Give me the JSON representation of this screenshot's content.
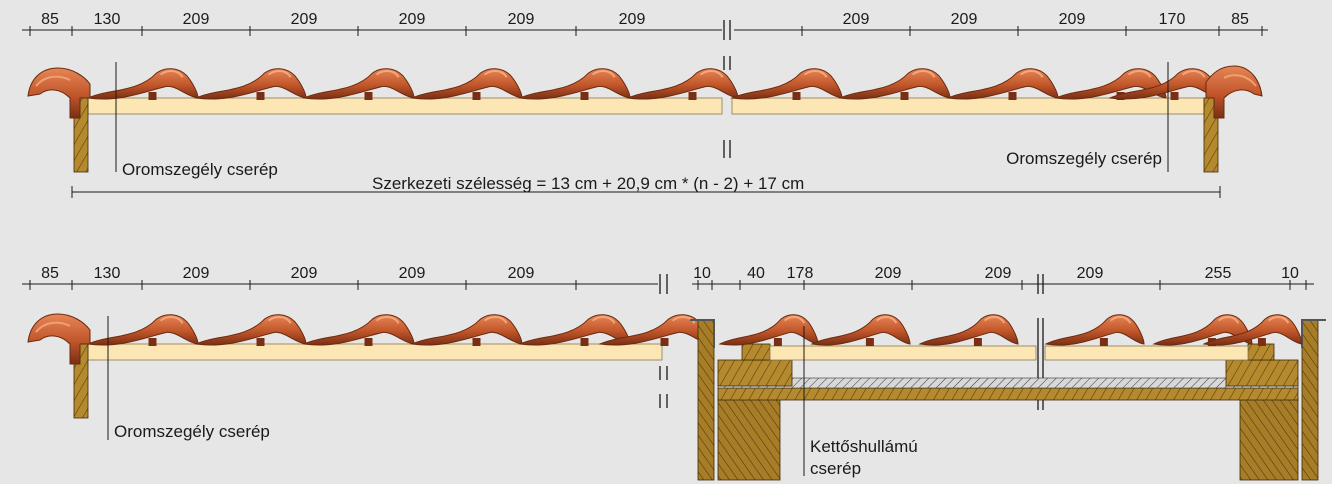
{
  "colors": {
    "background": "#e6e6e6",
    "tile_dark": "#8a3a1c",
    "tile_mid": "#c0552a",
    "tile_light": "#e07a48",
    "batten": "#fbe6b4",
    "wood": "#b58a2e",
    "line": "#1a1a1a"
  },
  "top": {
    "dimensions": [
      "85",
      "130",
      "209",
      "209",
      "209",
      "209",
      "209",
      "209",
      "209",
      "209",
      "170",
      "85"
    ],
    "label_left": "Oromszegély cserép",
    "label_right": "Oromszegély cserép",
    "formula": "Szerkezeti szélesség = 13 cm + 20,9 cm * (n - 2) + 17 cm"
  },
  "bottom_left": {
    "dimensions": [
      "85",
      "130",
      "209",
      "209",
      "209",
      "209"
    ],
    "label": "Oromszegély cserép"
  },
  "bottom_right": {
    "dimensions": [
      "10",
      "40",
      "178",
      "209",
      "209",
      "209",
      "255",
      "10"
    ],
    "label_line1": "Kettőshullámú",
    "label_line2": "cserép"
  }
}
